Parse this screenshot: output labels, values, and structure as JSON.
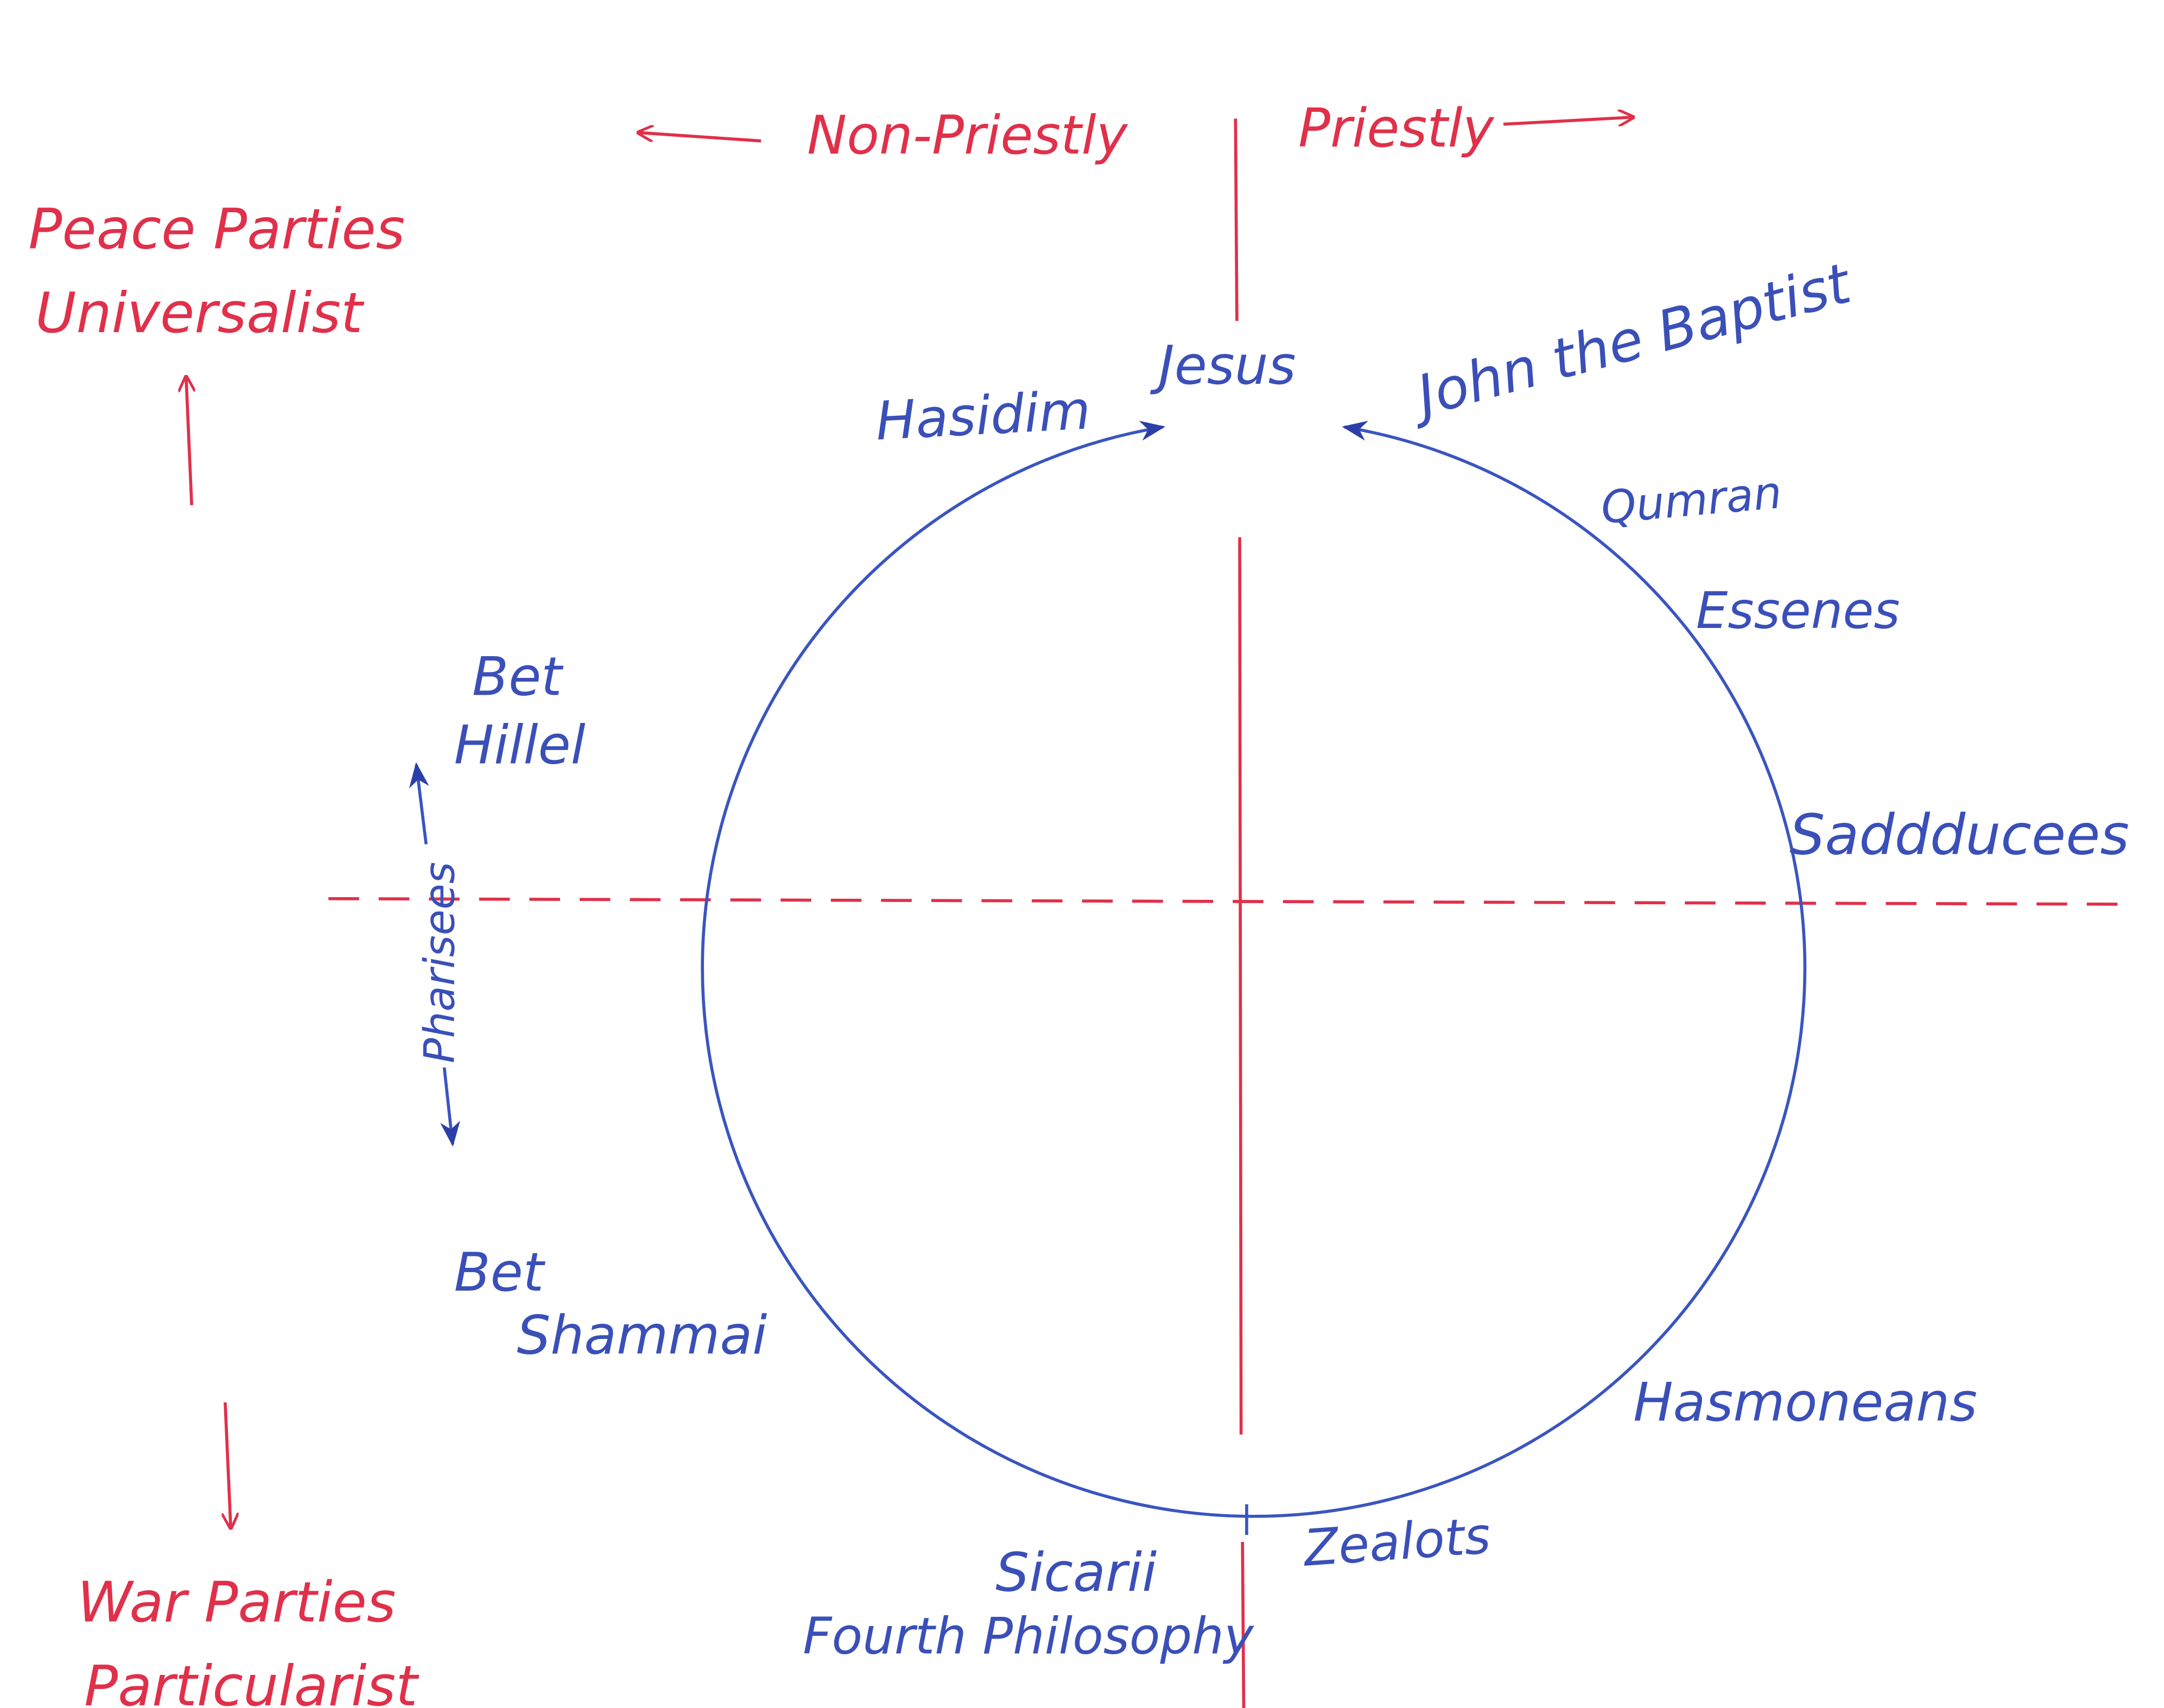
{
  "axes": {
    "left_label": "Non-Priestly",
    "right_label": "Priestly",
    "top_labels": [
      "Peace Parties",
      "Universalist"
    ],
    "bottom_labels": [
      "War Parties",
      "Particularist"
    ]
  },
  "groups": {
    "jesus": "Jesus",
    "hasidim": "Hasidim",
    "john": "John the Baptist",
    "qumran": "Qumran",
    "essenes": "Essenes",
    "saddducees": "Saddducees",
    "bet_hillel": [
      "Bet",
      "Hillel"
    ],
    "pharisees": "Pharisees",
    "bet_shammai": [
      "Bet",
      "Shammai"
    ],
    "hasmoneans": "Hasmoneans",
    "zealots": "Zealots",
    "sicarii": "Sicarii",
    "fourth_philosophy": "Fourth Philosophy"
  },
  "colors": {
    "axis": "#e0304a",
    "groups": "#3a4fb8"
  }
}
